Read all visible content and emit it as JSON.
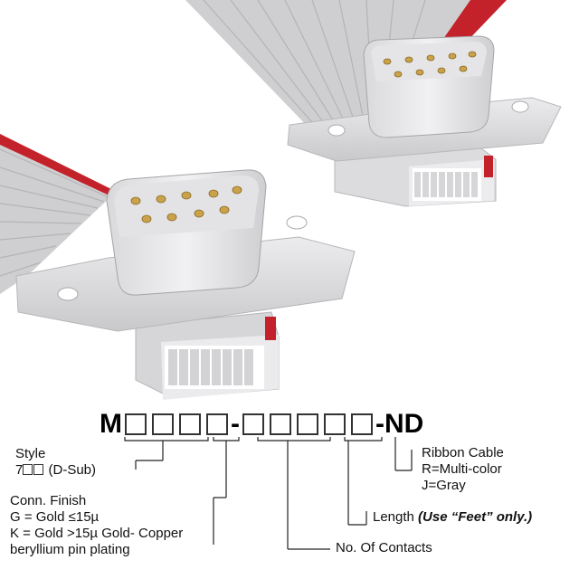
{
  "part_number": {
    "prefix": "M",
    "dash1": "-",
    "suffix": "-ND"
  },
  "labels": {
    "style": {
      "line1": "Style",
      "line2_prefix": "7",
      "line2_suffix": "(D-Sub)"
    },
    "conn_finish": {
      "line1": "Conn. Finish",
      "line2": "G = Gold ≤15µ",
      "line3": "K = Gold >15µ Gold- Copper",
      "line4": "beryllium pin plating"
    },
    "ribbon": {
      "line1": "Ribbon Cable",
      "line2": "R=Multi-color",
      "line3": "J=Gray"
    },
    "length": {
      "text": "Length ",
      "note": "(Use “Feet” only.)"
    },
    "contacts": {
      "text": "No. Of Contacts"
    }
  },
  "colors": {
    "cable_gray": "#c9c9cb",
    "cable_red": "#c4222a",
    "connector_body": "#e2e2e4",
    "pin_gold": "#c9a24a"
  }
}
